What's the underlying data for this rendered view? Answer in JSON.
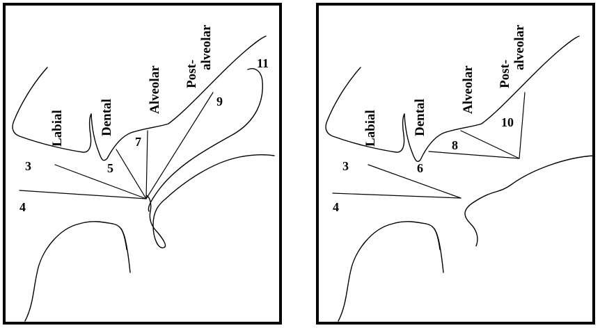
{
  "panels": [
    {
      "places": {
        "labial": "Labial",
        "dental": "Dental",
        "alveolar": "Alveolar",
        "post_1": "Post-",
        "post_2": "alveolar"
      },
      "numbers": [
        "3",
        "4",
        "5",
        "7",
        "9",
        "11"
      ]
    },
    {
      "places": {
        "labial": "Labial",
        "dental": "Dental",
        "alveolar": "Alveolar",
        "post_1": "Post-",
        "post_2": "alveolar"
      },
      "numbers": [
        "3",
        "4",
        "6",
        "8",
        "10"
      ]
    }
  ]
}
